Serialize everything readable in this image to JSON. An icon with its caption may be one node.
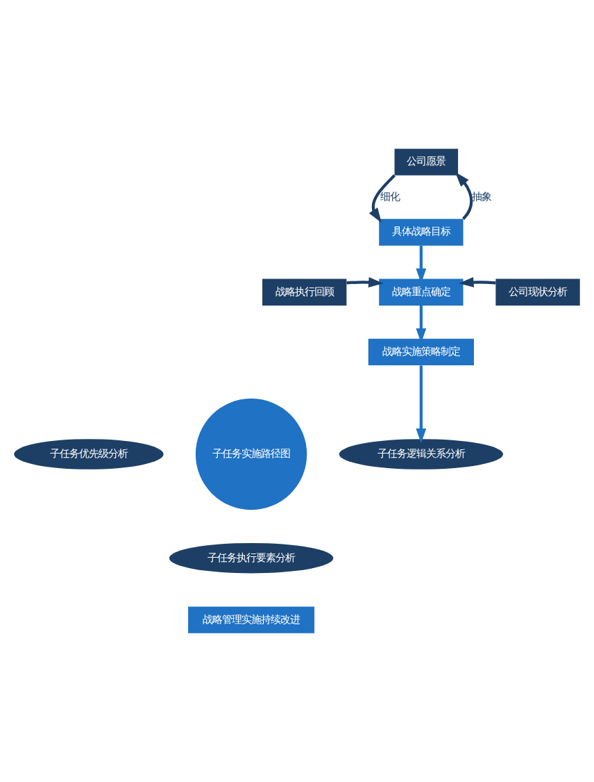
{
  "diagram": {
    "nodes": [
      {
        "text": [
          "公司愿景"
        ]
      },
      {
        "text": [
          "具体战略目标"
        ]
      },
      {
        "text": [
          "战略执行回顾"
        ]
      },
      {
        "text": [
          "战略重点确定"
        ]
      },
      {
        "text": [
          "公司现状分析"
        ]
      },
      {
        "text": [
          "战略实施策略制定"
        ]
      },
      {
        "text": [
          "子任务优先级分析"
        ]
      },
      {
        "text": [
          "子任务实施路径图"
        ]
      },
      {
        "text": [
          "子任务逻辑关系分析"
        ]
      },
      {
        "text": [
          "子任务执行要素分析"
        ]
      },
      {
        "text": [
          "战略管理实施持续改进"
        ]
      }
    ],
    "edges": [
      {
        "from": 0,
        "to": 1,
        "arrow": "to",
        "label": "细化",
        "color": "#1d3f66"
      },
      {
        "from": 1,
        "to": 0,
        "arrow": "to",
        "label": "抽象",
        "color": "#1d3f66"
      },
      {
        "from": 1,
        "to": 3,
        "arrow": "to",
        "color": "#1f72c4"
      },
      {
        "from": 2,
        "to": 3,
        "arrow": "to",
        "color": "#1d3f66"
      },
      {
        "from": 4,
        "to": 3,
        "arrow": "to",
        "color": "#1d3f66"
      },
      {
        "from": 3,
        "to": 5,
        "arrow": "to",
        "color": "#1f72c4"
      },
      {
        "from": 5,
        "to": 8,
        "arrow": "to",
        "color": "#1f72c4"
      }
    ]
  }
}
